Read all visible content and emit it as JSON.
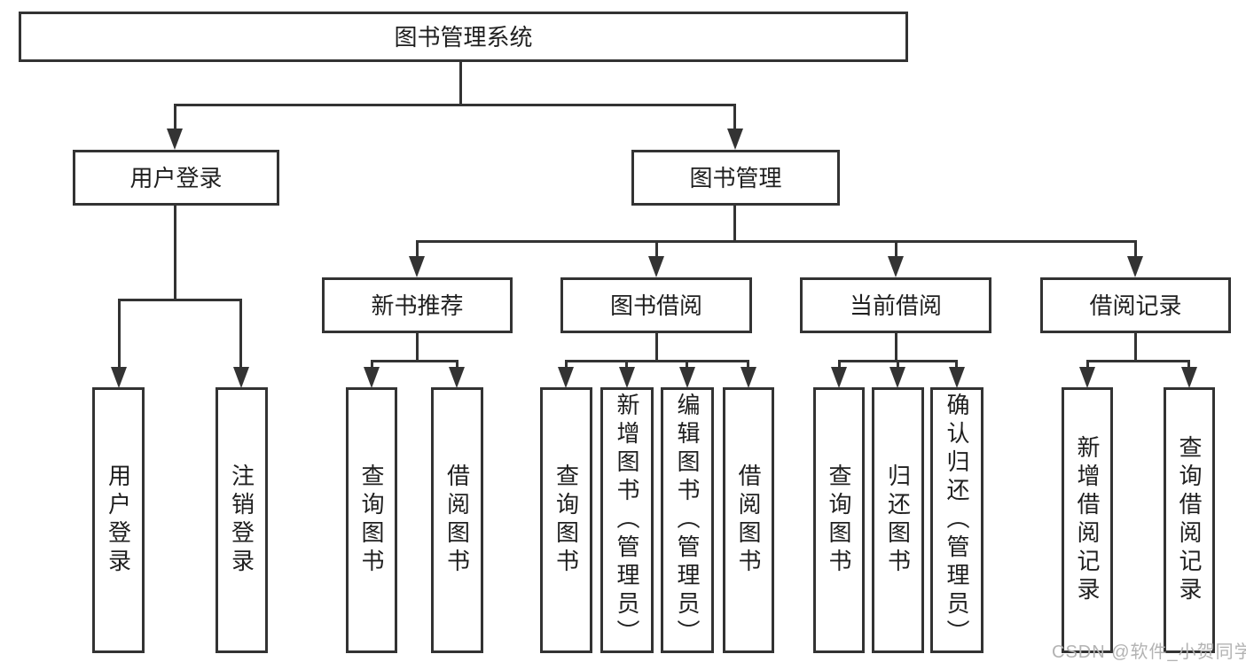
{
  "diagram": {
    "title": "图书管理系统",
    "level2": {
      "user_login": "用户登录",
      "book_mgmt": "图书管理"
    },
    "level3": {
      "new_book_rec": "新书推荐",
      "book_borrow": "图书借阅",
      "current_borrow": "当前借阅",
      "borrow_records": "借阅记录"
    },
    "leaves": {
      "user_login": "用户登录",
      "logout": "注销登录",
      "nb_query": "查询图书",
      "nb_borrow": "借阅图书",
      "bb_query": "查询图书",
      "bb_add": "新增图书（管理员）",
      "bb_edit": "编辑图书（管理员）",
      "bb_borrow": "借阅图书",
      "cb_query": "查询图书",
      "cb_return": "归还图书",
      "cb_confirm": "确认归还（管理员）",
      "br_add": "新增借阅记录",
      "br_query": "查询借阅记录"
    }
  },
  "watermark": "CSDN @软件_小贺同学",
  "colors": {
    "line": "#333333",
    "text": "#1f1f1f",
    "box_fill": "#ffffff",
    "background": "#ffffff",
    "watermark": "#b3b3b3"
  }
}
